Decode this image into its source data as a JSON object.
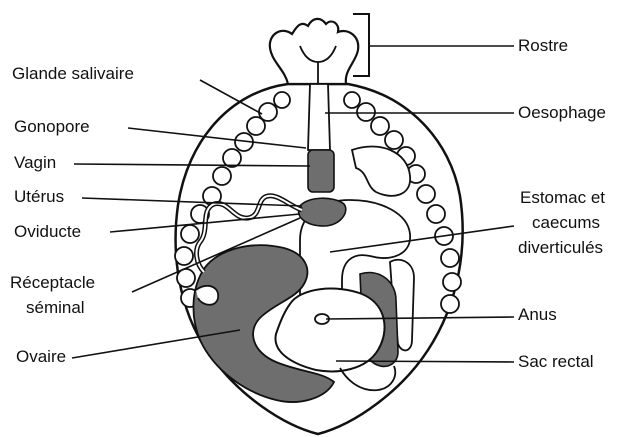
{
  "labels_left": {
    "glande_salivaire": "Glande salivaire",
    "gonopore": "Gonopore",
    "vagin": "Vagin",
    "uterus": "Utérus",
    "oviducte": "Oviducte",
    "receptacle_line1": "Réceptacle",
    "receptacle_line2": "séminal",
    "ovaire": "Ovaire"
  },
  "labels_right": {
    "rostre": "Rostre",
    "oesophage": "Oesophage",
    "estomac_line1": "Estomac et",
    "estomac_line2": "caecums",
    "estomac_line3": "diverticulés",
    "anus": "Anus",
    "sac_rectal": "Sac rectal"
  },
  "colors": {
    "ink": "#111111",
    "organ_fill": "#6e6e6e",
    "paper": "#ffffff"
  }
}
